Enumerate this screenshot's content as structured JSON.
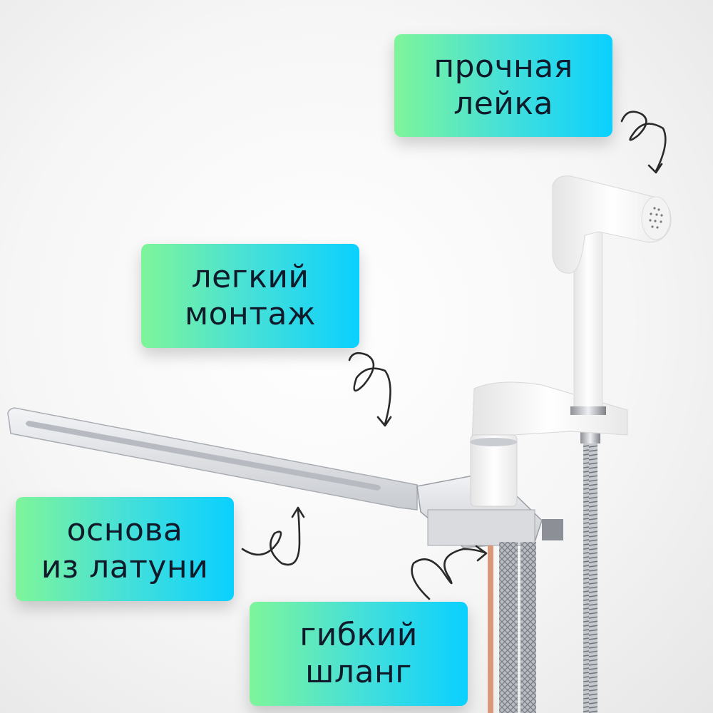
{
  "labels": [
    {
      "id": "shower-head",
      "line1": "прочная",
      "line2": "лейка"
    },
    {
      "id": "installation",
      "line1": "легкий",
      "line2": "монтаж"
    },
    {
      "id": "base",
      "line1": "основа",
      "line2": "из латуни"
    },
    {
      "id": "hose",
      "line1": "гибкий",
      "line2": "шланг"
    }
  ],
  "colors": {
    "gradient_start": "#7ef59a",
    "gradient_end": "#0ad0ff",
    "text": "#0f1a2a",
    "faucet_white": "#f7f7f7",
    "chrome": "#c9ccd1"
  }
}
